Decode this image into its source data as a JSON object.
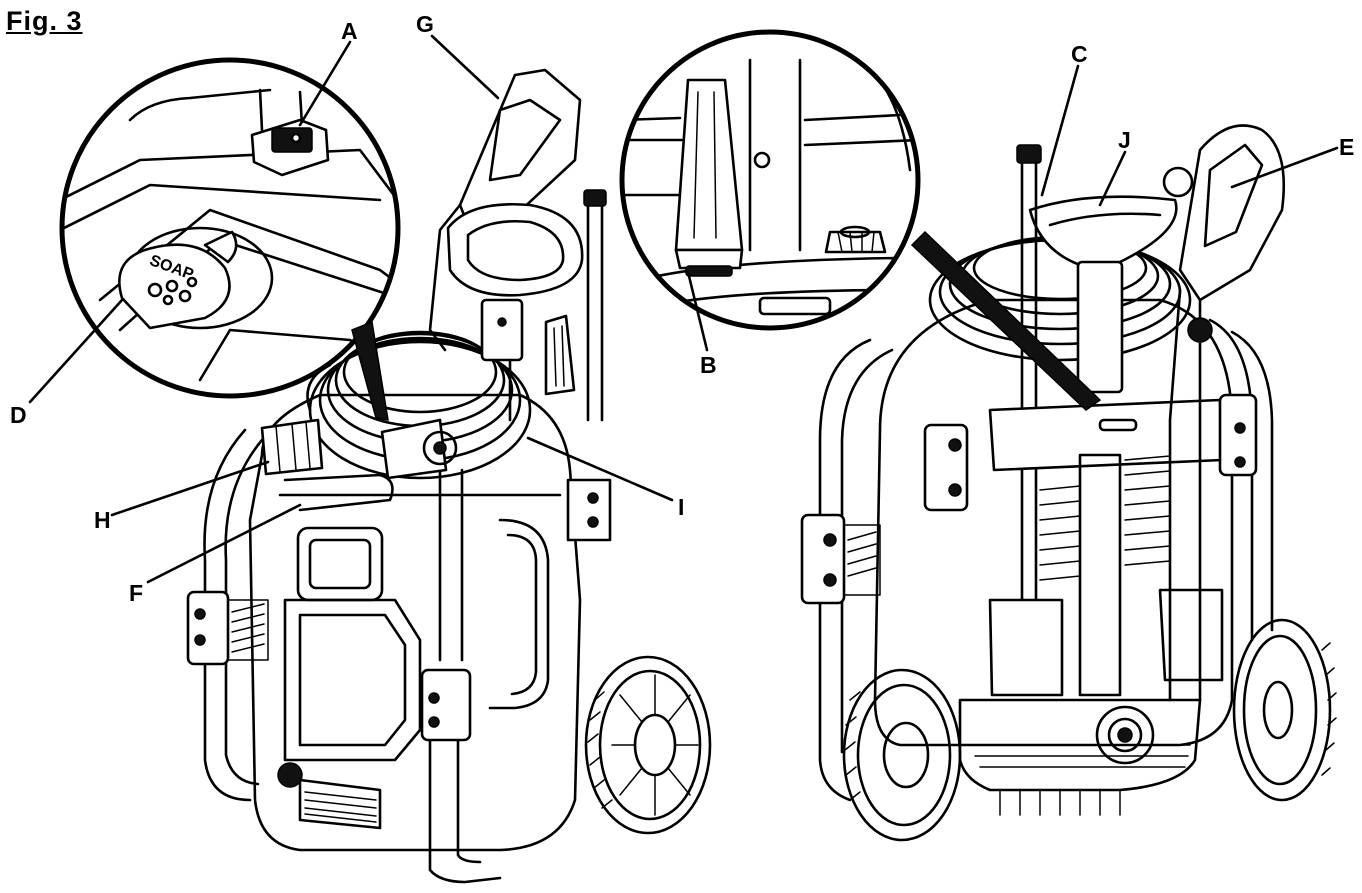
{
  "figure": {
    "title": "Fig. 3",
    "callouts": {
      "A": "A",
      "B": "B",
      "C": "C",
      "D": "D",
      "E": "E",
      "F": "F",
      "G": "G",
      "H": "H",
      "I": "I",
      "J": "J"
    },
    "soap_cap_text": "SOAP"
  }
}
